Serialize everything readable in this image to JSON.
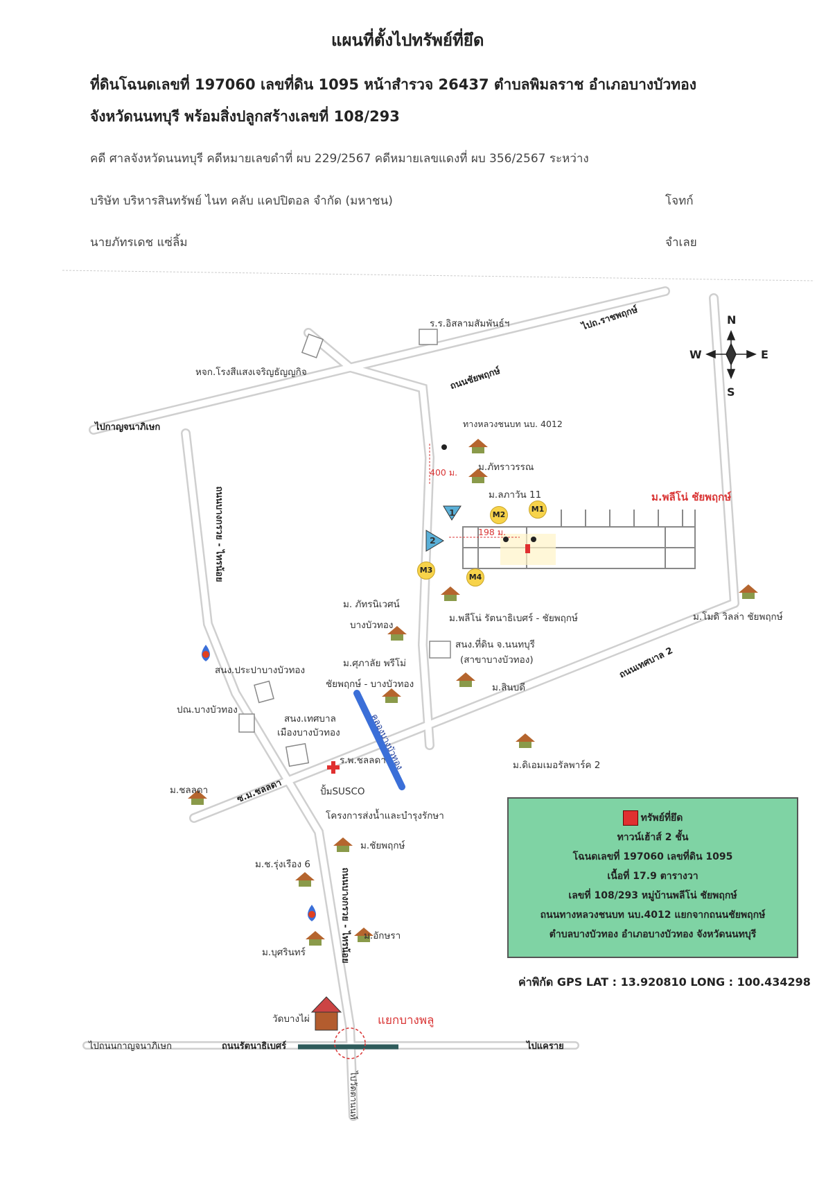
{
  "header": {
    "title": "แผนที่ตั้งไปทรัพย์ที่ยึด",
    "parcel_line1": "ที่ดินโฉนดเลขที่ 197060 เลขที่ดิน 1095 หน้าสำรวจ 26437 ตำบลพิมลราช อำเภอบางบัวทอง",
    "parcel_line2": "จังหวัดนนทบุรี พร้อมสิ่งปลูกสร้างเลขที่ 108/293",
    "case_line": "คดี ศาลจังหวัดนนทบุรี คดีหมายเลขดำที่ ผบ 229/2567  คดีหมายเลขแดงที่ ผบ 356/2567  ระหว่าง",
    "plaintiff": "บริษัท บริหารสินทรัพย์ ไนท คลับ แคปปิตอล จำกัด (มหาชน)",
    "plaintiff_role": "โจทก์",
    "defendant": "นายภัทรเดช แซ่ลิ้ม",
    "defendant_role": "จำเลย"
  },
  "compass": {
    "n": "N",
    "s": "S",
    "e": "E",
    "w": "W"
  },
  "map": {
    "roads": {
      "to_ratchaphruek": "ไปถ.ราชพฤกษ์",
      "chaiyaphruek": "ถนนชัยพฤกษ์",
      "to_kanchanaphisek": "ไปกาญจนาภิเษก",
      "bangkruai_1": "ถนนบางกรวย - ไทรน้อย",
      "bangkruai_2": "ถนนบางกรวย - ไทรน้อย",
      "thetsaban2": "ถนนเทศบาล 2",
      "cholada_soi": "ซ.ม.ชลลดา",
      "khlong": "คลองบางบัวทอง",
      "rattanathibet": "ถนนรัตนาธิเบศร์",
      "to_kanchanaphisek_road": "ไปถนนกาญจนาภิเษก",
      "to_krai": "ไปแคราย",
      "to_wat_tanon": "ไปวัดตานนท์",
      "rural_road": "ทางหลวงชนบท นบ. 4012"
    },
    "places": {
      "islam_school": "ร.ร.อิสลามสัมพันธ์ฯ",
      "rongsee": "หจก.โรงสีแสงเจริญธัญญกิจ",
      "phatrawan": "ม.ภัทราวรรณ",
      "lapawan": "ม.ลภาวัน 11",
      "pleno_big": "ม.พลีโน่ ชัยพฤกษ์",
      "phatranivet": "ม. ภัทรนิเวศน์",
      "phatranivet_2": "บางบัวทอง",
      "pleno_rattana": "ม.พลีโน่ รัตนาธิเบศร์ - ชัยพฤกษ์",
      "modi_villa": "ม.โมดิ วิลล่า ชัยพฤกษ์",
      "land_office": "สนง.ที่ดิน จ.นนทบุรี",
      "land_office_2": "(สาขาบางบัวทอง)",
      "supalai": "ม.ศุภาลัย พรีโม่",
      "supalai_2": "ชัยพฤกษ์ - บางบัวทอง",
      "sinbodi": "ม.สินบดี",
      "water_office": "สนง.ประปาบางบัวทอง",
      "post_office": "ปณ.บางบัวทอง",
      "municipal": "สนง.เทศบาล",
      "municipal_2": "เมืองบางบัวทอง",
      "hospital": "ร.พ.ชลลดา",
      "dm_park": "ม.ดิเอมเมอรัลพาร์ค 2",
      "cholada": "ม.ชลลดา",
      "gas_station": "ปั้มSUSCO",
      "irrigation": "โครงการส่งน้ำและบำรุงรักษา",
      "chaiyaphruek_vil": "ม.ชัยพฤกษ์",
      "rungrueang": "ม.ช.รุ่งเรือง 6",
      "aksara": "ม.อักษรา",
      "busarin": "ม.บุศรินทร์",
      "wat": "วัดบางไผ่",
      "junction": "แยกบางพลู",
      "dist_400": "400 ม.",
      "dist_198": "198 ม."
    },
    "markers": [
      "M1",
      "M2",
      "M3",
      "M4"
    ],
    "flags": [
      "1",
      "2"
    ]
  },
  "legend": {
    "property": "ทรัพย์ที่ยึด",
    "type": "ทาวน์เฮ้าส์ 2 ชั้น",
    "deed": "โฉนดเลขที่ 197060 เลขที่ดิน 1095",
    "area": "เนื้อที่ 17.9 ตารางวา",
    "address": "เลขที่ 108/293 หมู่บ้านพลีโน่ ชัยพฤกษ์",
    "road": "ถนนทางหลวงชนบท นบ.4012  แยกจากถนนชัยพฤกษ์",
    "district": "ตำบลบางบัวทอง อำเภอบางบัวทอง จังหวัดนนทบุรี"
  },
  "gps": "ค่าพิกัด GPS  LAT : 13.920810  LONG : 100.434298",
  "colors": {
    "legend_bg": "#7fd3a4",
    "property_red": "#e03030",
    "canal_blue": "#3b6fd8",
    "road_gray": "#d9d9d9",
    "junction_red": "#d93535"
  }
}
